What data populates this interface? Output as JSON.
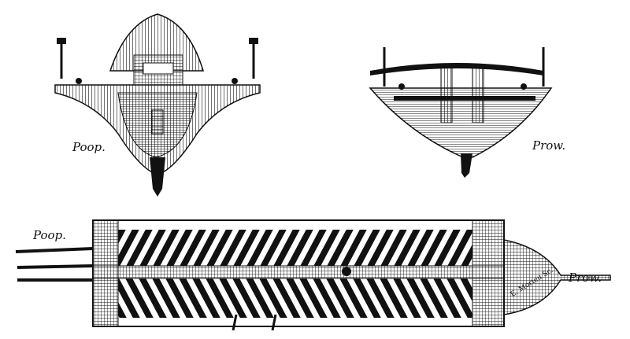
{
  "figure": {
    "poop_view_label": "Poop.",
    "prow_view_label": "Prow.",
    "plan_poop_label": "Poop.",
    "plan_prow_label": "Prow.",
    "engraver_signature": "E. Morieu Sc."
  },
  "colors": {
    "ink": "#111111",
    "paper": "#ffffff"
  }
}
